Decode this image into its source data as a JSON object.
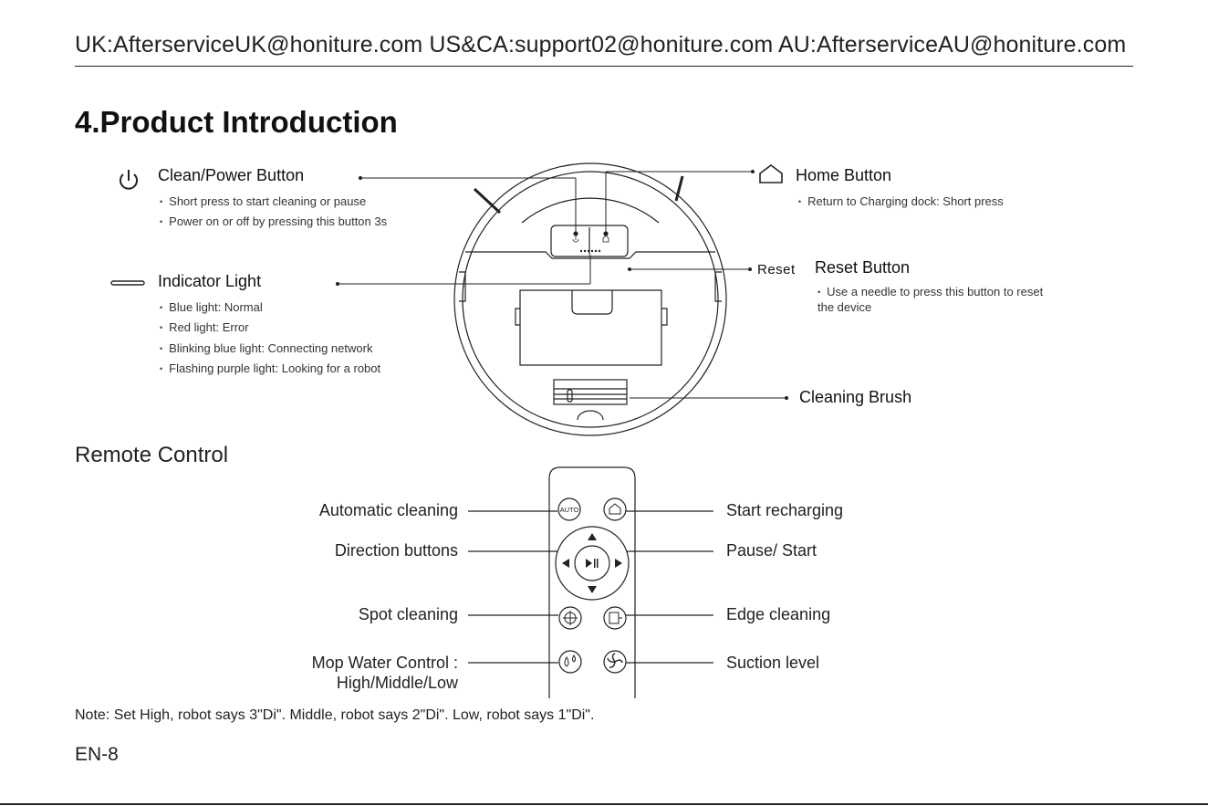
{
  "header": {
    "contacts": "UK:AfterserviceUK@honiture.com  US&CA:support02@honiture.com  AU:AfterserviceAU@honiture.com"
  },
  "section_title": "4.Product Introduction",
  "product": {
    "clean_power": {
      "title": "Clean/Power Button",
      "bullets": [
        "Short press to start cleaning or pause",
        "Power on or off by pressing this button 3s"
      ]
    },
    "home": {
      "title": "Home Button",
      "bullets": [
        "Return to Charging dock: Short press"
      ]
    },
    "indicator": {
      "title": "Indicator Light",
      "bullets": [
        "Blue light: Normal",
        "Red light: Error",
        "Blinking blue light: Connecting network",
        "Flashing purple light: Looking for a robot"
      ]
    },
    "reset": {
      "tag": "Reset",
      "title": "Reset Button",
      "desc_line1": "Use a needle to press this button to reset",
      "desc_line2": "the device"
    },
    "brush": {
      "title": "Cleaning Brush"
    }
  },
  "remote": {
    "heading": "Remote Control",
    "auto_button_text": "AUTO",
    "left_labels": {
      "auto": "Automatic cleaning",
      "direction": "Direction buttons",
      "spot": "Spot cleaning",
      "mop_line1": "Mop Water Control :",
      "mop_line2": "High/Middle/Low"
    },
    "right_labels": {
      "recharge": "Start recharging",
      "pause": "Pause/ Start",
      "edge": "Edge cleaning",
      "suction": "Suction level"
    }
  },
  "note": "Note: Set High, robot says 3\"Di\". Middle, robot says 2\"Di\". Low, robot says 1\"Di\".",
  "page_number": "EN-8",
  "icons": [
    "power-icon",
    "home-icon",
    "indicator-light-icon",
    "auto-icon",
    "home-icon",
    "play-pause-icon",
    "spot-icon",
    "edge-icon",
    "water-drop-icon",
    "fan-icon"
  ]
}
